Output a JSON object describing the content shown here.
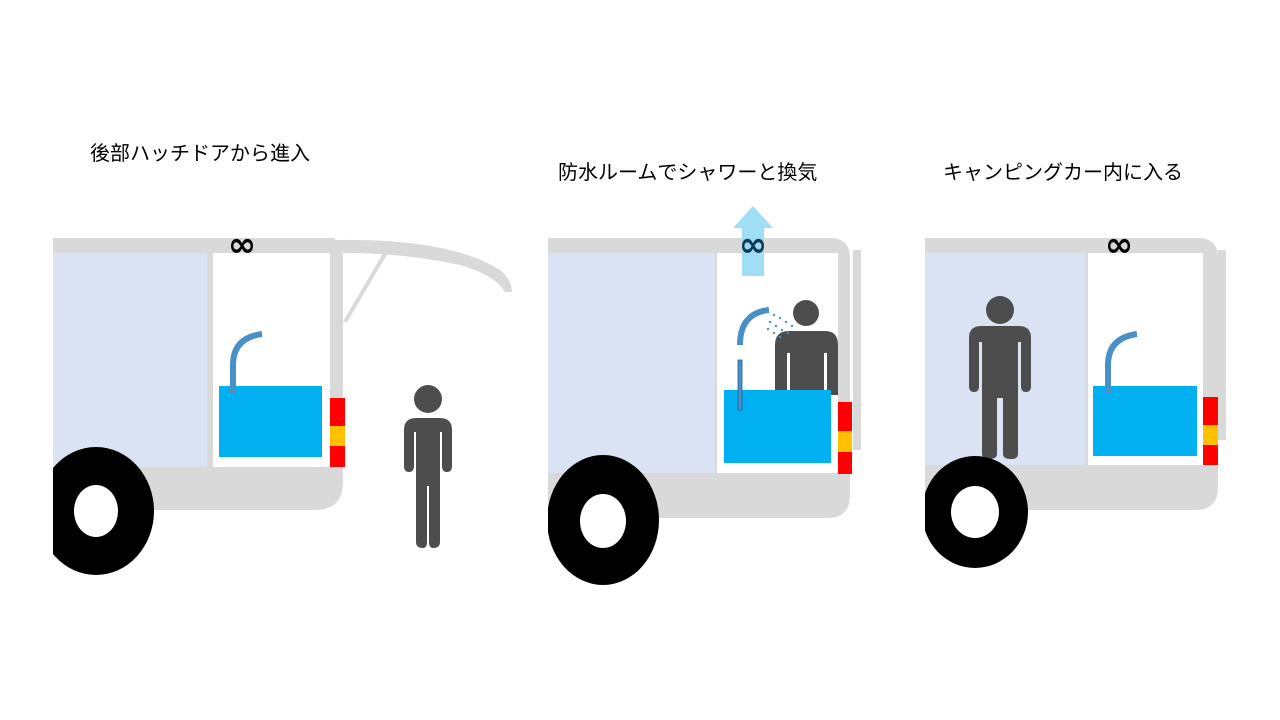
{
  "panels": [
    {
      "title": "後部ハッチドアから進入"
    },
    {
      "title": "防水ルームでシャワーと換気"
    },
    {
      "title": "キャンピングカー内に入る"
    }
  ],
  "colors": {
    "body": "#d9d9d9",
    "window": "#dae3f3",
    "tank": "#00b0f0",
    "shower": "#4a90c8",
    "person": "#4d4d4d",
    "light_red": "#ff0000",
    "light_amber": "#ffc000",
    "vent_arrow": "#8fd8f5"
  }
}
